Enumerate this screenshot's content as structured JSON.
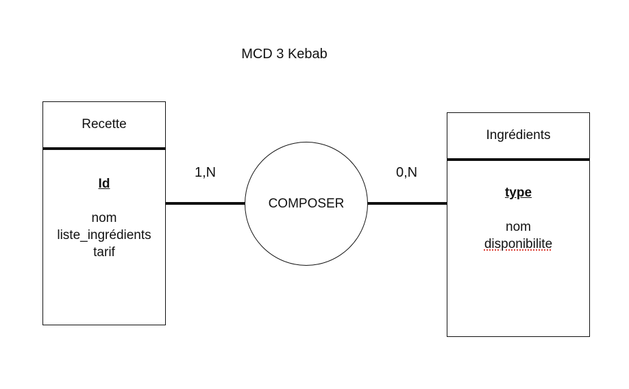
{
  "title": "MCD 3 Kebab",
  "entities": {
    "recette": {
      "name": "Recette",
      "key": "Id",
      "attributes": [
        "nom",
        "liste_ingrédients",
        "tarif"
      ]
    },
    "ingredients": {
      "name": "Ingrédients",
      "key": "type",
      "attributes": [
        "nom",
        "disponibilite"
      ]
    }
  },
  "relation": {
    "name": "COMPOSER",
    "cardinality_left": "1,N",
    "cardinality_right": "0,N"
  }
}
